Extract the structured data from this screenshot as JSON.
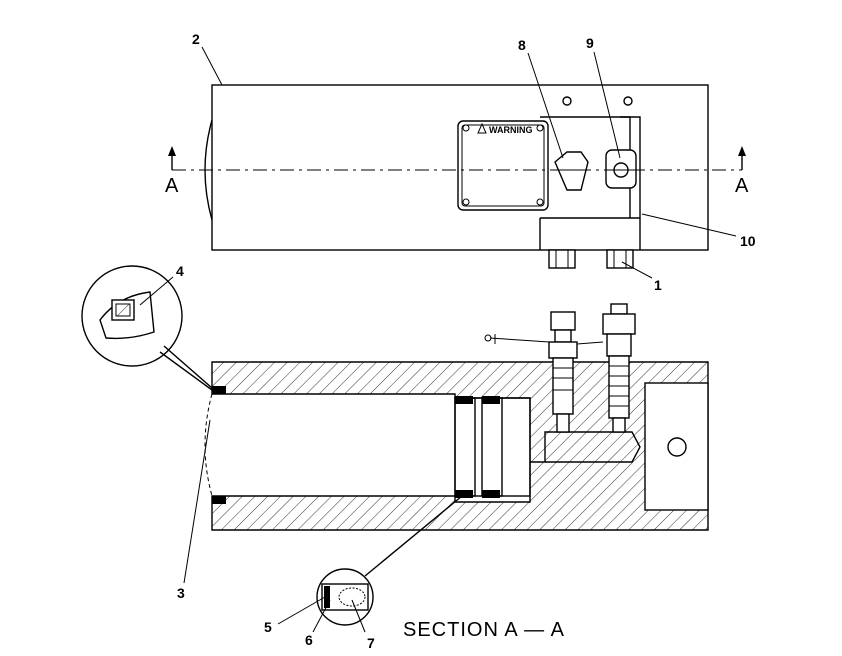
{
  "callouts": {
    "c1": "1",
    "c2": "2",
    "c3": "3",
    "c4": "4",
    "c5": "5",
    "c6": "6",
    "c7": "7",
    "c8": "8",
    "c9": "9",
    "c10": "10"
  },
  "section_markers": {
    "left": "A",
    "right": "A"
  },
  "warning_plate": "WARNING",
  "section_title": "SECTION A — A",
  "colors": {
    "line": "#000000",
    "background": "#ffffff"
  }
}
